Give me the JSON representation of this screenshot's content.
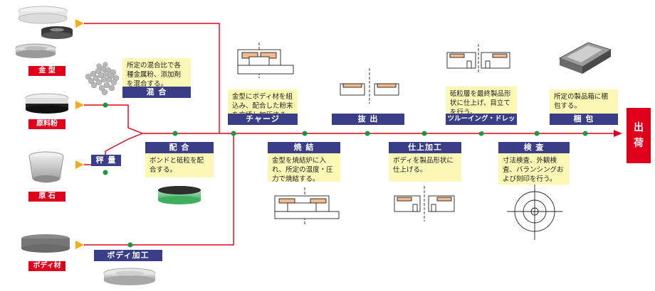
{
  "materials": [
    {
      "key": "mold",
      "label": "金 型"
    },
    {
      "key": "powder",
      "label": "原料粉"
    },
    {
      "key": "stone",
      "label": "原 石"
    },
    {
      "key": "body",
      "label": "ボディ材"
    }
  ],
  "steps": {
    "mixing": {
      "title": "混 合",
      "desc": "所定の混合比で各種金属粉、添加剤を混合する。"
    },
    "weighing": {
      "title": "秤 量"
    },
    "blending": {
      "title": "配 合",
      "desc": "ボンドと砥粒を配合する。"
    },
    "body_processing": {
      "title": "ボディ加工"
    },
    "charge": {
      "title": "チャージ",
      "desc": "金型にボディ材を組込み、配合した粉末を充填し加圧する。"
    },
    "sintering": {
      "title": "焼 結",
      "desc": "金型を焼結炉に入れ、所定の温度・圧力で焼結する。"
    },
    "extraction": {
      "title": "抜 出"
    },
    "finishing": {
      "title": "仕上加工",
      "desc": "ボディを製品形状に仕上げる。"
    },
    "truing": {
      "title": "ツルーイング・ドレッシング",
      "desc": "砥粒層を最終製品形状に仕上げ、目立てを行う。"
    },
    "inspection": {
      "title": "検 査",
      "desc": "寸法検査、外観検査、バランシングおよび刻印を行う。"
    },
    "packing": {
      "title": "梱 包",
      "desc": "所定の製品箱に梱包する。"
    }
  },
  "shipping": {
    "label": "出荷",
    "chars": [
      "出",
      "荷"
    ]
  },
  "colors": {
    "line": "#e0001b",
    "node": "#1a9a3a",
    "title_bar": "#3a3e86",
    "desc_bg": "#fbf7b5",
    "arrow_tip": "#f4a92a"
  }
}
